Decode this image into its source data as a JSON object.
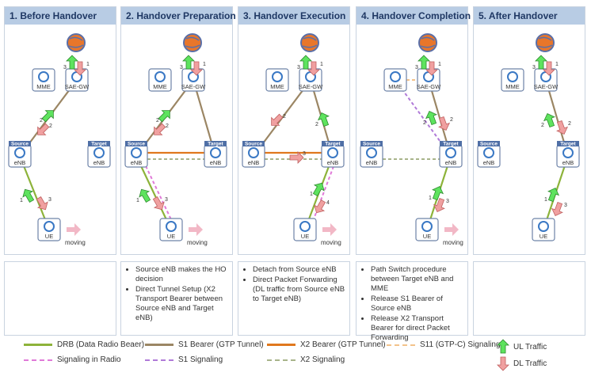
{
  "colors": {
    "drb": "#8db33a",
    "s1": "#9b8664",
    "x2": "#e0781e",
    "s11": "#f3c28a",
    "radio_sig": "#e07ad8",
    "s1_sig": "#b07ad8",
    "x2_sig": "#a8b48a",
    "ul": "#5ee35e",
    "dl": "#f0a0a0",
    "header_bg": "#b8cce4",
    "header_text": "#1f3864"
  },
  "nodes": {
    "mme": "MME",
    "sae": "SAE-GW",
    "source_tag": "Source",
    "target_tag": "Target",
    "enb": "eNB",
    "ue": "UE",
    "moving": "moving"
  },
  "panels": [
    {
      "title": "1. Before Handover",
      "moving": true,
      "links": [
        [
          "drb",
          "src",
          "ue"
        ],
        [
          "s1",
          "src",
          "sae"
        ]
      ],
      "arrows": [
        [
          "UL",
          "3"
        ],
        [
          "DL",
          "1"
        ],
        [
          "UL",
          "2"
        ],
        [
          "DL",
          "2"
        ],
        [
          "UL",
          "1"
        ],
        [
          "DL",
          "3"
        ]
      ],
      "notes": []
    },
    {
      "title": "2. Handover Preparation",
      "moving": true,
      "links": [
        [
          "drb",
          "src",
          "ue"
        ],
        [
          "radio_sig",
          "src",
          "ue"
        ],
        [
          "s1",
          "src",
          "sae"
        ],
        [
          "s1",
          "tgt",
          "sae"
        ],
        [
          "x2",
          "src",
          "tgt"
        ],
        [
          "x2_sig",
          "src",
          "tgt"
        ]
      ],
      "arrows": [
        [
          "UL",
          "3"
        ],
        [
          "DL",
          "1"
        ],
        [
          "UL",
          "2"
        ],
        [
          "DL",
          "2"
        ],
        [
          "UL",
          "1"
        ],
        [
          "DL",
          "3"
        ]
      ],
      "notes": [
        "Source eNB makes the HO decision",
        "Direct Tunnel Setup (X2 Transport Bearer between Source eNB and Target eNB)"
      ]
    },
    {
      "title": "3. Handover Execution",
      "moving": true,
      "links": [
        [
          "drb",
          "tgt",
          "ue"
        ],
        [
          "radio_sig",
          "tgt",
          "ue"
        ],
        [
          "s1",
          "sae",
          "src"
        ],
        [
          "s1",
          "tgt",
          "sae"
        ],
        [
          "x2",
          "src",
          "tgt"
        ],
        [
          "x2_sig",
          "src",
          "tgt"
        ]
      ],
      "arrows": [
        [
          "UL",
          "3"
        ],
        [
          "DL",
          "1"
        ],
        [
          "DL",
          "2"
        ],
        [
          "UL",
          "2"
        ],
        [
          "DL",
          "3"
        ],
        [
          "UL",
          "1"
        ],
        [
          "DL",
          "4"
        ]
      ],
      "notes": [
        "Detach from Source eNB",
        "Direct Packet Forwarding (DL traffic from Source eNB to Target eNB)"
      ]
    },
    {
      "title": "4. Handover Completion",
      "moving": true,
      "links": [
        [
          "drb",
          "tgt",
          "ue"
        ],
        [
          "s1",
          "tgt",
          "sae"
        ],
        [
          "s11",
          "mme",
          "sae"
        ],
        [
          "s1_sig",
          "mme",
          "tgt"
        ],
        [
          "x2_sig",
          "src",
          "tgt"
        ]
      ],
      "arrows": [
        [
          "UL",
          "3"
        ],
        [
          "DL",
          "1"
        ],
        [
          "UL",
          "2"
        ],
        [
          "DL",
          "2"
        ],
        [
          "UL",
          "1"
        ],
        [
          "DL",
          "3"
        ]
      ],
      "notes": [
        "Path Switch procedure between Target eNB and MME",
        "Release S1 Bearer of Source eNB",
        "Release X2 Transport Bearer for direct Packet Forwarding"
      ]
    },
    {
      "title": "5. After Handover",
      "moving": false,
      "links": [
        [
          "drb",
          "tgt",
          "ue"
        ],
        [
          "s1",
          "tgt",
          "sae"
        ]
      ],
      "arrows": [
        [
          "UL",
          "3"
        ],
        [
          "DL",
          "1"
        ],
        [
          "UL",
          "2"
        ],
        [
          "DL",
          "2"
        ],
        [
          "UL",
          "1"
        ],
        [
          "DL",
          "3"
        ]
      ],
      "notes": []
    }
  ],
  "legend": {
    "drb": "DRB (Data Radio Beaer)",
    "s1": "S1 Bearer (GTP Tunnel)",
    "x2": "X2 Bearer (GTP Tunnel)",
    "s11": "S11 (GTP-C) Signaling",
    "radio_sig": "Signaling in Radio",
    "s1_sig": "S1 Signaling",
    "x2_sig": "X2 Signaling",
    "ul": "UL Traffic",
    "dl": "DL Traffic"
  }
}
